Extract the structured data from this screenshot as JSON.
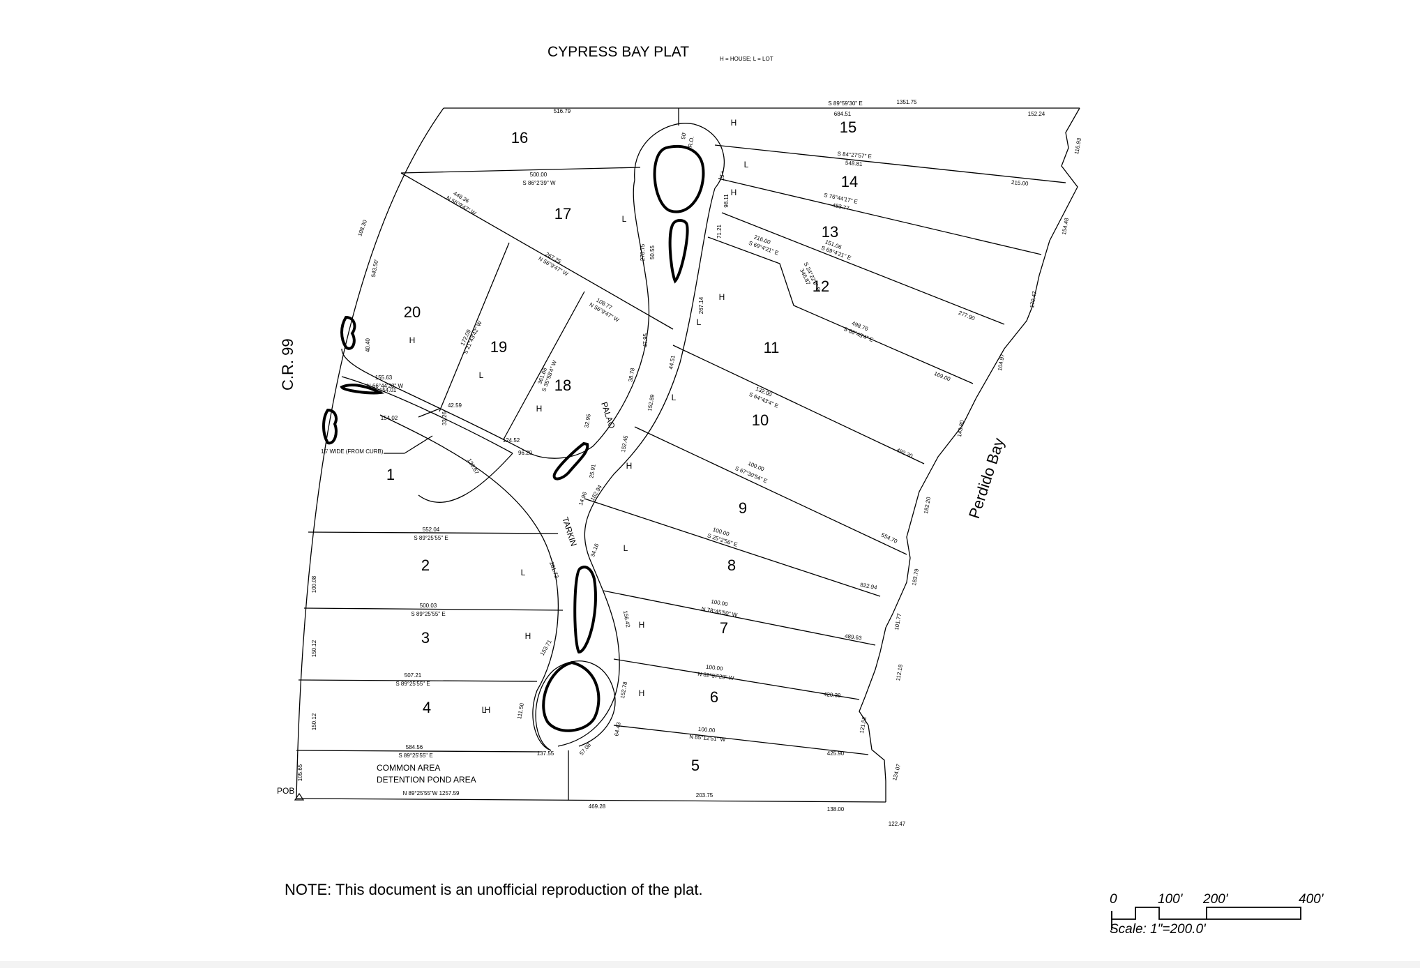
{
  "title": "CYPRESS BAY PLAT",
  "legend": "H = HOUSE;  L = LOT",
  "road": "C.R. 99",
  "water": "Perdido Bay",
  "streets": [
    "PALAO",
    "TARKIN"
  ],
  "pob": "POB",
  "common_area": [
    "COMMON AREA",
    "DETENTION POND AREA"
  ],
  "curb_note": "15' WIDE (FROM CURB)",
  "row_labels": [
    "50'",
    "R.O."
  ],
  "note": "NOTE:  This document is an unofficial reproduction of the plat.",
  "scale": {
    "ticks": [
      "0",
      "100'",
      "200'",
      "400'"
    ],
    "label": "Scale:  1\"=200.0'"
  },
  "lots": [
    {
      "n": "1"
    },
    {
      "n": "2"
    },
    {
      "n": "3"
    },
    {
      "n": "4"
    },
    {
      "n": "5"
    },
    {
      "n": "6"
    },
    {
      "n": "7"
    },
    {
      "n": "8"
    },
    {
      "n": "9"
    },
    {
      "n": "10"
    },
    {
      "n": "11"
    },
    {
      "n": "12"
    },
    {
      "n": "13"
    },
    {
      "n": "14"
    },
    {
      "n": "15"
    },
    {
      "n": "16"
    },
    {
      "n": "17"
    },
    {
      "n": "18"
    },
    {
      "n": "19"
    },
    {
      "n": "20"
    }
  ],
  "marks": [
    "H",
    "L",
    "H",
    "L",
    "H",
    "L",
    "H",
    "L",
    "H",
    "L",
    "H",
    "L",
    "L",
    "H",
    "H",
    "H",
    "H",
    "L",
    "H",
    "L",
    "H",
    "H"
  ],
  "bearings": [
    "S 89°59'30\" E",
    "684.51",
    "1351.75",
    "152.24",
    "S 84°27'57\" E",
    "548.81",
    "215.00",
    "S 76°44'17\" E",
    "483.77",
    "216.00",
    "S 69°4'21\" E",
    "151.06",
    "S 69°4'21\" E",
    "498.76",
    "S 66°43'4\" E",
    "277.90",
    "169.00",
    "132.00",
    "S 64°43'4\" E",
    "492.20",
    "100.00",
    "S 67°30'54\" E",
    "554.70",
    "100.00",
    "S 25°2'56\" E",
    "822.94",
    "100.00",
    "N 78°45'50\" W",
    "489.63",
    "100.00",
    "N 82°37'29\" W",
    "420.39",
    "100.00",
    "N 85°12'51\" W",
    "425.90",
    "138.00",
    "203.75",
    "469.28",
    "N 89°25'55\"W   1257.59",
    "584.56",
    "S 89°25'55\" E",
    "507.21",
    "S 89°25'55\" E",
    "500.03",
    "S 89°25'55\" E",
    "552.04",
    "S 89°25'55\" E",
    "516.79",
    "500.00",
    "S 86°2'39\" W",
    "448.36",
    "N 56°9'47\" W",
    "267.25",
    "N 56°9'47\" W",
    "108.77",
    "N 56°9'47\" W",
    "155.63",
    "N 66°44'28\" W",
    "172.09",
    "S 21°43'42\" W",
    "361.68",
    "S 35°58'4\" W",
    "346.87",
    "S 24°22'0\" E",
    "108.30",
    "543.50'",
    "105.65",
    "100.08",
    "150.12",
    "150.12",
    "116.93",
    "154.48",
    "170.47",
    "104.97",
    "143.80",
    "182.20",
    "183.79",
    "101.77",
    "112.18",
    "121.52",
    "124.07",
    "122.47",
    "13'+",
    "98.11",
    "71.21",
    "50.55",
    "278.75",
    "267.14",
    "47.95",
    "40.40",
    "44.51",
    "38.78",
    "152.89",
    "154.01",
    "42.59",
    "124.52",
    "96.20",
    "32.95",
    "152.45",
    "25.91",
    "182.94",
    "14.96",
    "34.16",
    "154.02",
    "130.67",
    "281.73",
    "156.42",
    "153.71",
    "152.78",
    "111.50",
    "137.55",
    "57.08",
    "64.43",
    "33.26",
    "50'"
  ]
}
